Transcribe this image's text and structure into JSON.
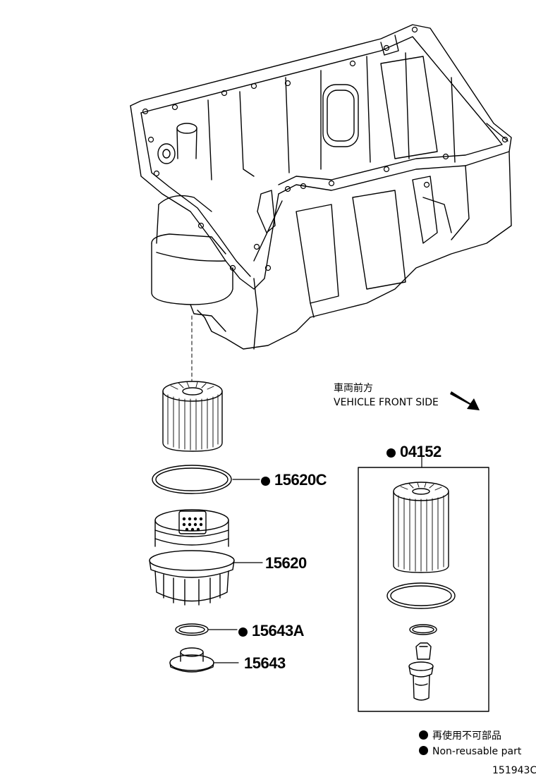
{
  "direction": {
    "jp": "車両前方",
    "en": "VEHICLE FRONT SIDE",
    "icon": "arrow-down-right-icon"
  },
  "parts": {
    "kit": "04152",
    "gasket": "15620C",
    "filter_cap": "15620",
    "drain_oring": "15643A",
    "drain_plug": "15643"
  },
  "legend": {
    "jp": "再使用不可部品",
    "en": "Non-reusable part"
  },
  "illustration_code": "151943C"
}
